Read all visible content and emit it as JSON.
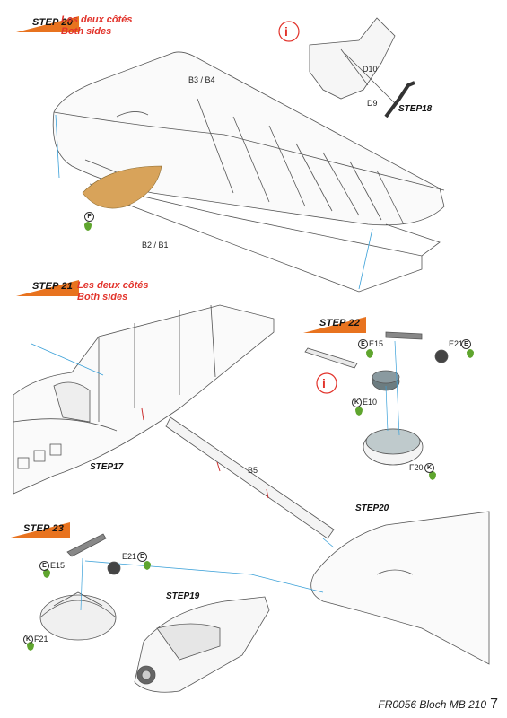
{
  "steps": [
    {
      "prefix": "STEP",
      "number": "20",
      "title_fr": "Les deux côtés",
      "title_en": "Both sides"
    },
    {
      "prefix": "STEP",
      "number": "21",
      "title_fr": "Les deux côtés",
      "title_en": "Both sides"
    },
    {
      "prefix": "STEP",
      "number": "22"
    },
    {
      "prefix": "STEP",
      "number": "23"
    }
  ],
  "labels": {
    "b3_b4": "B3 / B4",
    "b2_b1": "B2 / B1",
    "d10": "D10",
    "d9": "D9",
    "b5": "B5",
    "e15_a": "E15",
    "e21_a": "E21",
    "e10": "E10",
    "f20": "F20",
    "e15_b": "E15",
    "e21_b": "E21",
    "f21": "F21"
  },
  "badges": {
    "f": "F",
    "e": "E",
    "k": "K"
  },
  "refs": {
    "step18": "STEP18",
    "step17": "STEP17",
    "step20": "STEP20",
    "step19": "STEP19"
  },
  "info_glyph": "i",
  "footer": {
    "code": "FR0056 Bloch MB 210",
    "page": "7"
  },
  "colors": {
    "accent_orange": "#e8731f",
    "title_red": "#e2332b",
    "guide_blue": "#3aa0d8",
    "tan_fill": "#d8a35a"
  }
}
